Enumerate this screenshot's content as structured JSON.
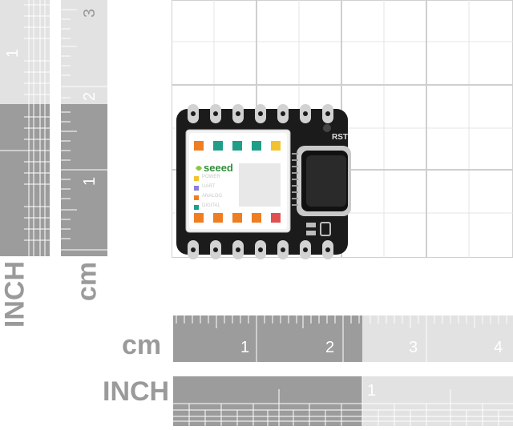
{
  "rulers": {
    "vertical_inch_label": "INCH",
    "vertical_cm_label": "cm",
    "horizontal_cm_label": "cm",
    "horizontal_inch_label": "INCH",
    "vertical_inch_ticks": [
      "1"
    ],
    "vertical_cm_ticks": [
      "3",
      "2",
      "1"
    ],
    "horizontal_cm_ticks": [
      "1",
      "2",
      "3",
      "4"
    ],
    "horizontal_inch_ticks": [
      "1"
    ]
  },
  "board": {
    "brand": "seeed",
    "reset_label": "RST",
    "pin_legend": [
      "POWER",
      "UART",
      "ANALOG",
      "DIGITAL"
    ],
    "pin_legend_colors": [
      "#f2c230",
      "#8a7fd6",
      "#ef7d22",
      "#1f9e8a"
    ],
    "pcb_color": "#1b1b1b",
    "pad_color": "#d2d2d2"
  }
}
